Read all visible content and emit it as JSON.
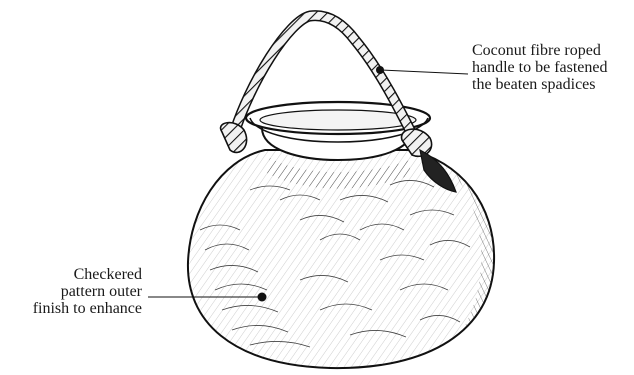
{
  "callouts": {
    "handle": {
      "lines": [
        "Coconut fibre roped",
        "handle to be fastened",
        "the beaten spadices"
      ]
    },
    "pattern": {
      "lines": [
        "Checkered",
        "pattern outer",
        "finish to enhance"
      ]
    }
  }
}
